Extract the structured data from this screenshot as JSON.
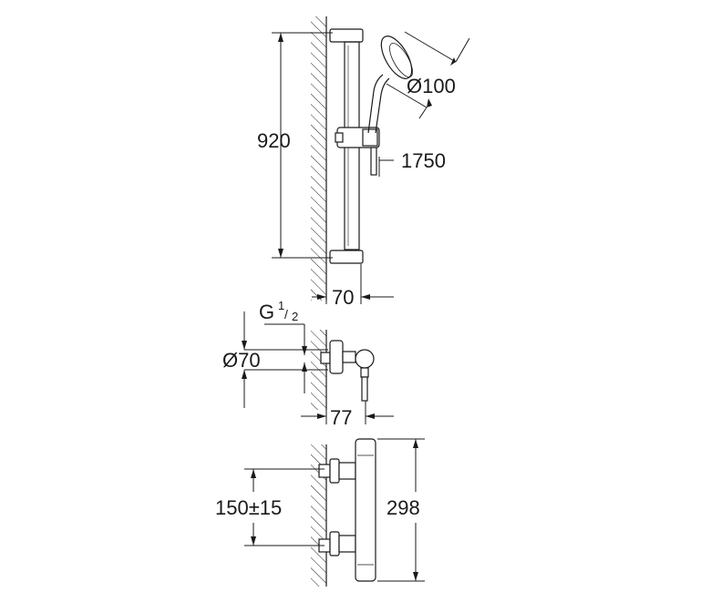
{
  "dimensions": {
    "bar_height": "920",
    "head_diameter": "Ø100",
    "hose_length": "1750",
    "bar_projection": "70",
    "thread_main": "G",
    "thread_num": "1",
    "thread_den": "2",
    "escutcheon_diameter": "Ø70",
    "valve_projection": "77",
    "inlet_spacing": "150±15",
    "thermostat_length": "298"
  }
}
